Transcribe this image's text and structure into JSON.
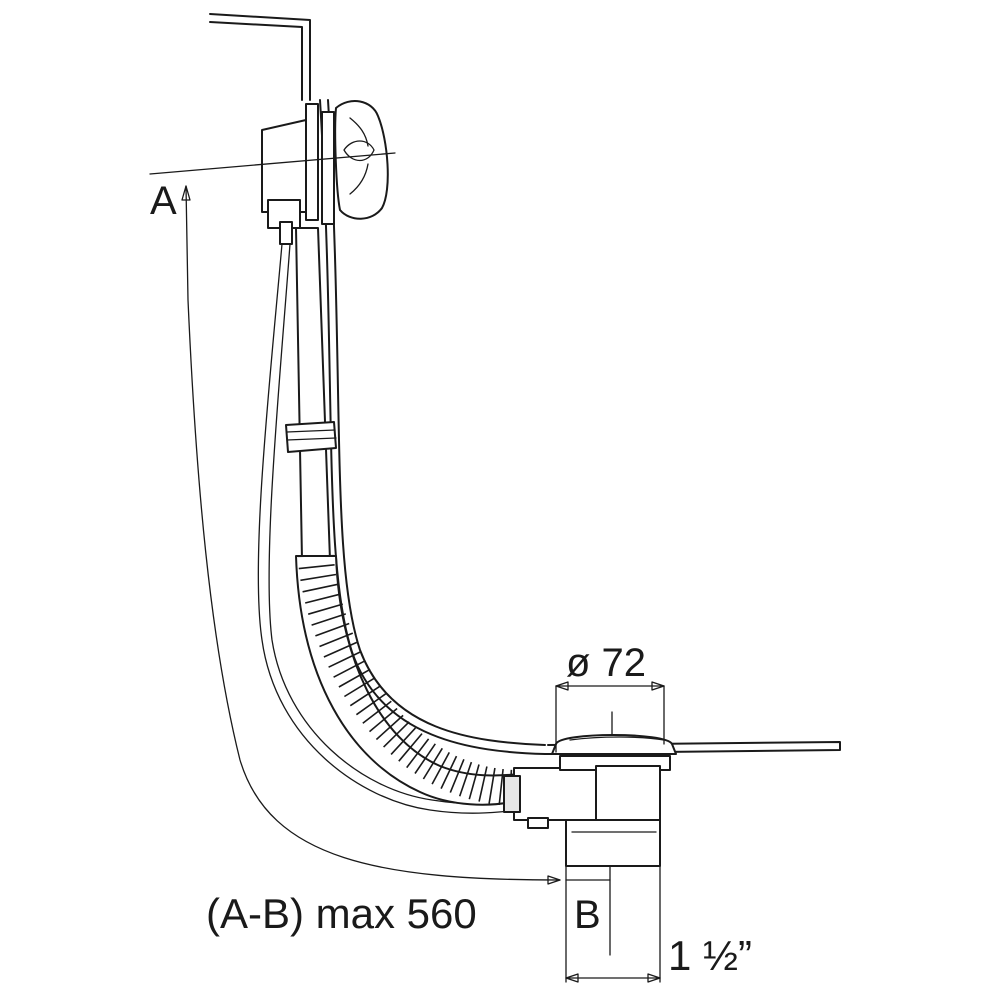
{
  "labels": {
    "point_a": "A",
    "point_b": "B",
    "length_note": "(A-B) max 560",
    "diameter": "ø 72",
    "thread_size": "1 ½”"
  }
}
